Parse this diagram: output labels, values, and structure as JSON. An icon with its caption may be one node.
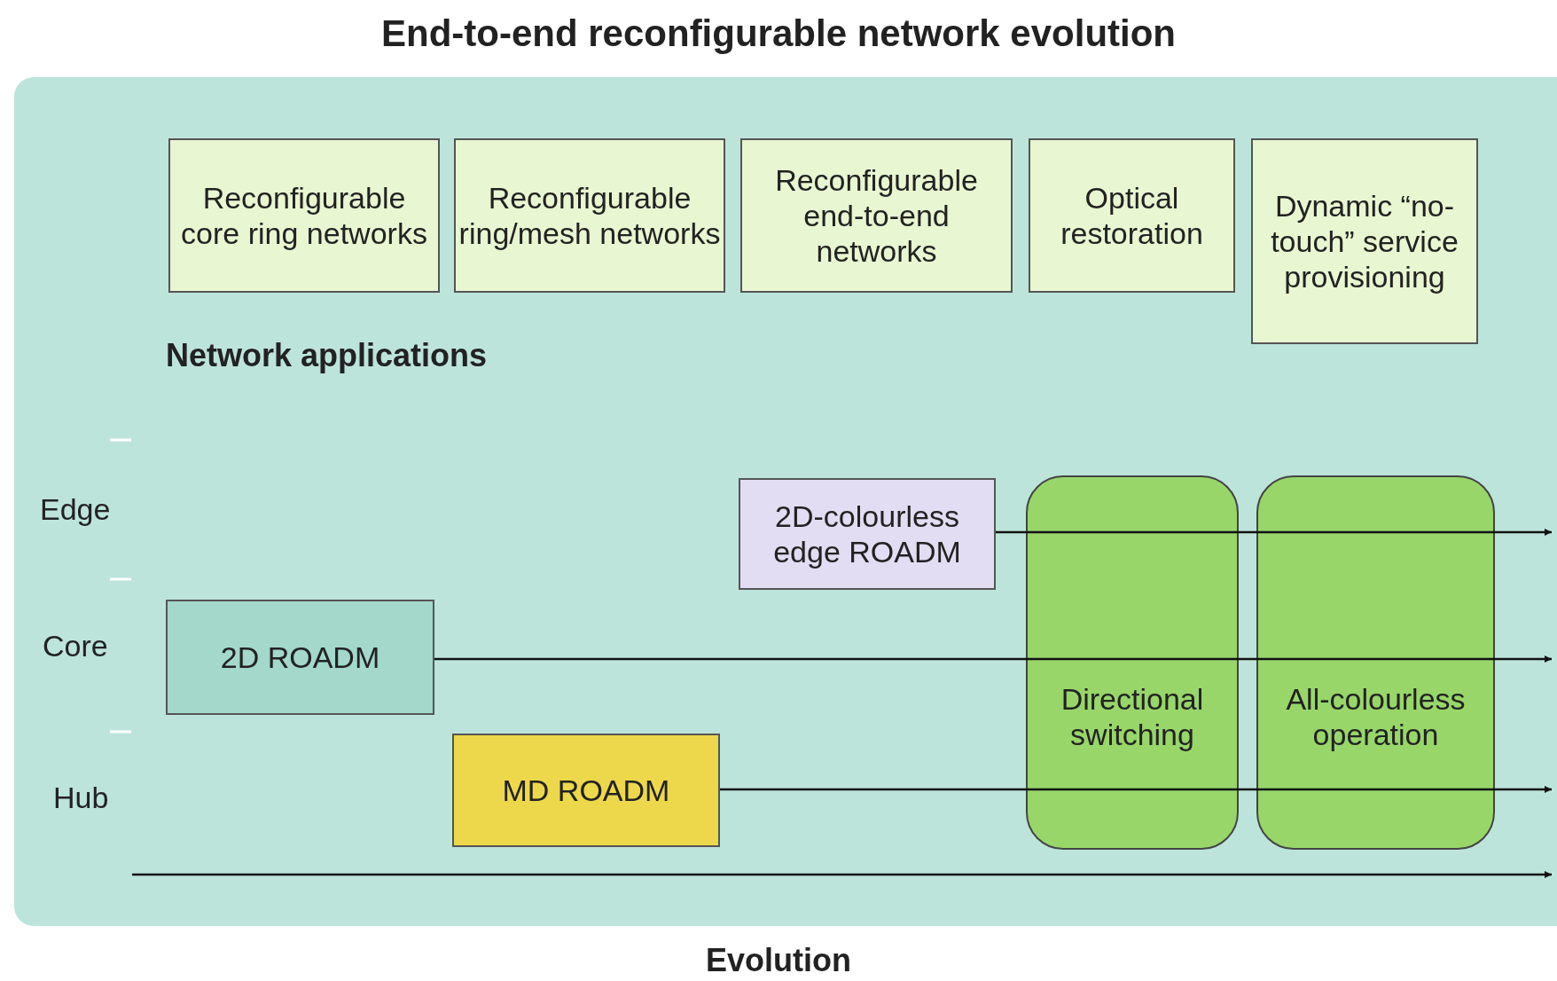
{
  "diagram": {
    "title": "End-to-end reconfigurable network evolution",
    "nodes": [
      {
        "text": [
          "Reconfigurable core ring networks"
        ]
      },
      {
        "text": [
          "Reconfigurable ring/mesh networks"
        ]
      },
      {
        "text": [
          "Reconfigurable end-to-end networks"
        ]
      },
      {
        "text": [
          "Optical restoration"
        ]
      },
      {
        "text": [
          "Dynamic “no-touch” service provisioning"
        ]
      },
      {
        "text": [
          "2D-colourless edge ROADM"
        ]
      },
      {
        "text": [
          "Directional switching"
        ]
      },
      {
        "text": [
          "All-colourless operation"
        ]
      },
      {
        "text": [
          "2D ROADM"
        ]
      },
      {
        "text": [
          "MD ROADM"
        ]
      }
    ],
    "edges": [
      {
        "from": 5,
        "to": null,
        "arrow": "to"
      },
      {
        "from": 8,
        "to": null,
        "arrow": "to"
      },
      {
        "from": 9,
        "to": null,
        "arrow": "to"
      }
    ],
    "labels": [
      "Network applications",
      "Edge",
      "Core",
      "Hub",
      "Evolution"
    ]
  }
}
